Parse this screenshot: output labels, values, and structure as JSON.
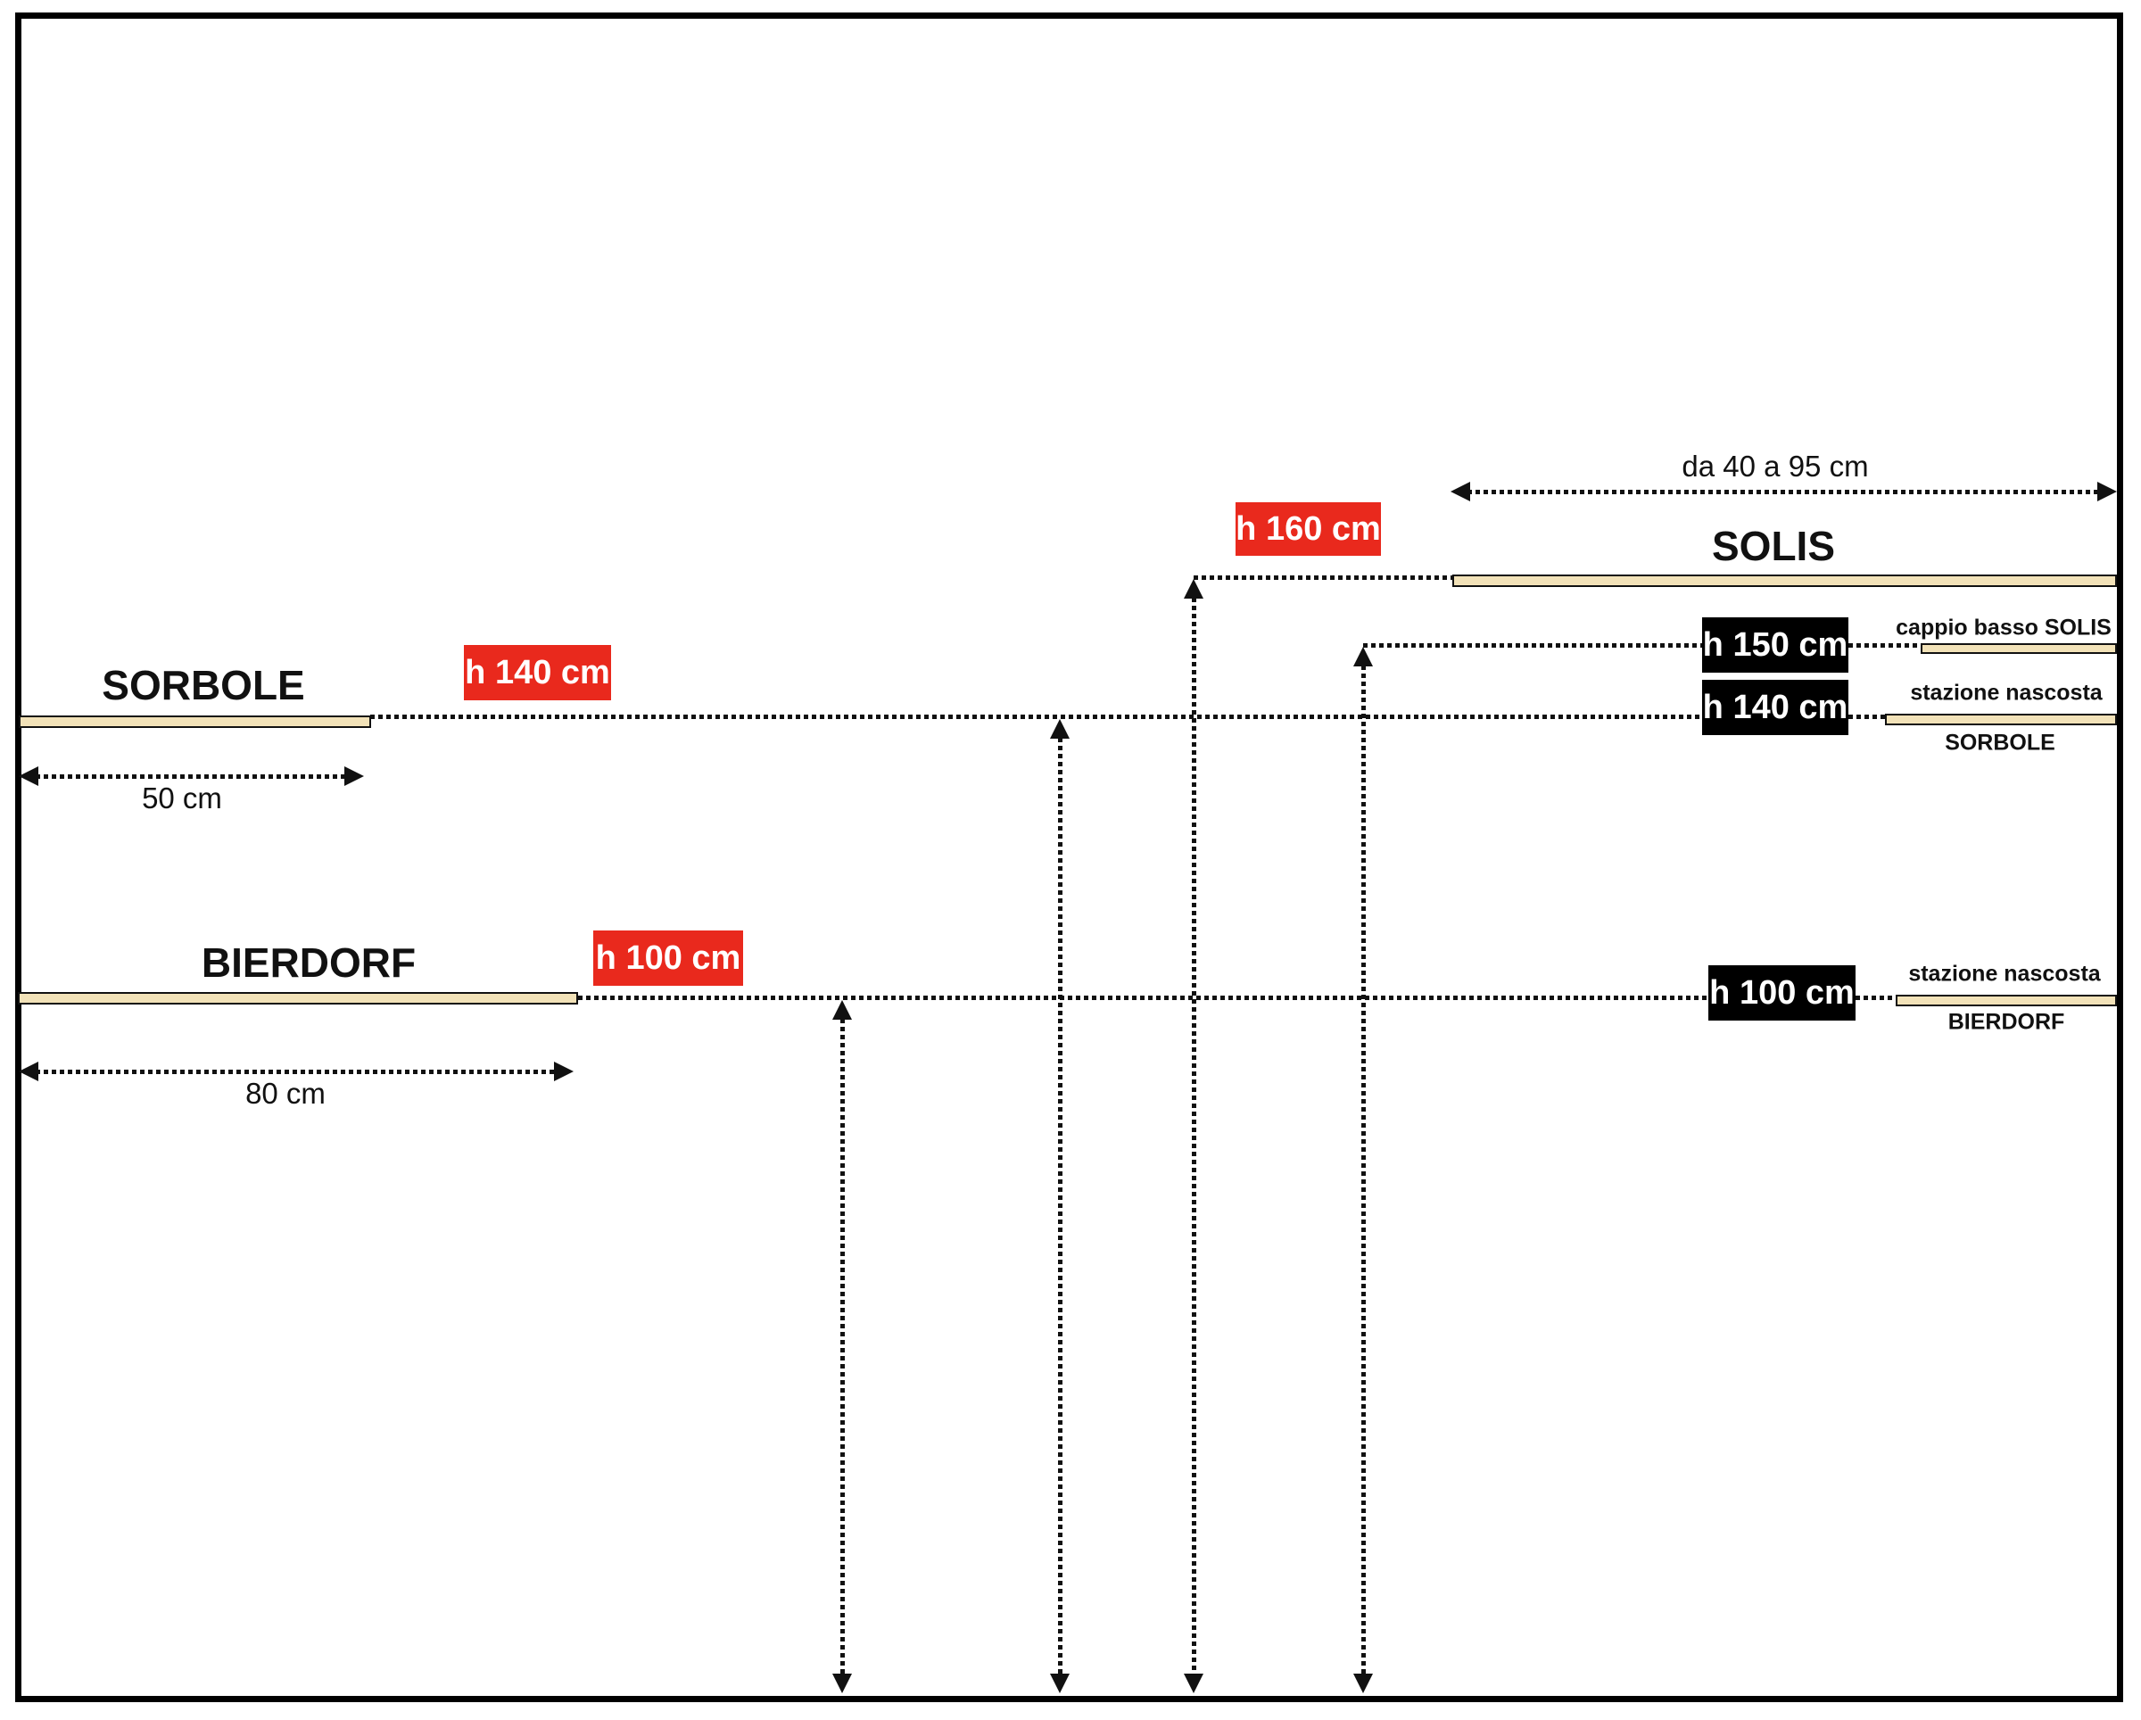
{
  "colors": {
    "red": "#E9291D",
    "label_black": "#000000",
    "shelf_tan": "#F2E2B8",
    "line": "#111111"
  },
  "solis": {
    "measure_label": "da 40 a 95 cm",
    "title": "SOLIS",
    "h160_label": "h 160 cm",
    "cappio_height_label": "h 150 cm",
    "cappio_caption": "cappio basso SOLIS",
    "station_height_label": "h 140 cm",
    "station_caption_top": "stazione nascosta",
    "station_caption_bottom": "SORBOLE"
  },
  "sorbole": {
    "title": "SORBOLE",
    "height_label": "h 140 cm",
    "width_label": "50 cm"
  },
  "bierdorf": {
    "title": "BIERDORF",
    "height_label": "h 100 cm",
    "width_label": "80 cm",
    "station_height_label": "h 100 cm",
    "station_caption_top": "stazione nascosta",
    "station_caption_bottom": "BIERDORF"
  }
}
